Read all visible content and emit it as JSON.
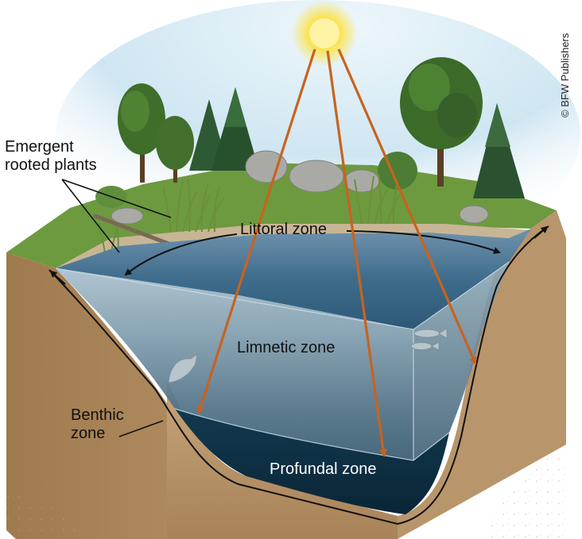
{
  "labels": {
    "emergent": "Emergent\nrooted plants",
    "littoral": "Littoral zone",
    "limnetic": "Limnetic zone",
    "benthic": "Benthic\nzone",
    "profundal": "Profundal zone"
  },
  "credit": "© BFW Publishers",
  "colors": {
    "sky": "#cfe6f2",
    "water_surface": "#4f7896",
    "water_deep": "#0d3145",
    "soil": "#b48e63",
    "grass": "#5e8a35",
    "sun": "#fbe24a",
    "sun_ray": "#c8631f",
    "arrow": "#111111"
  },
  "icons": [
    "sun-icon",
    "tree-icon",
    "fish-icon",
    "rock-icon",
    "reed-icon"
  ]
}
